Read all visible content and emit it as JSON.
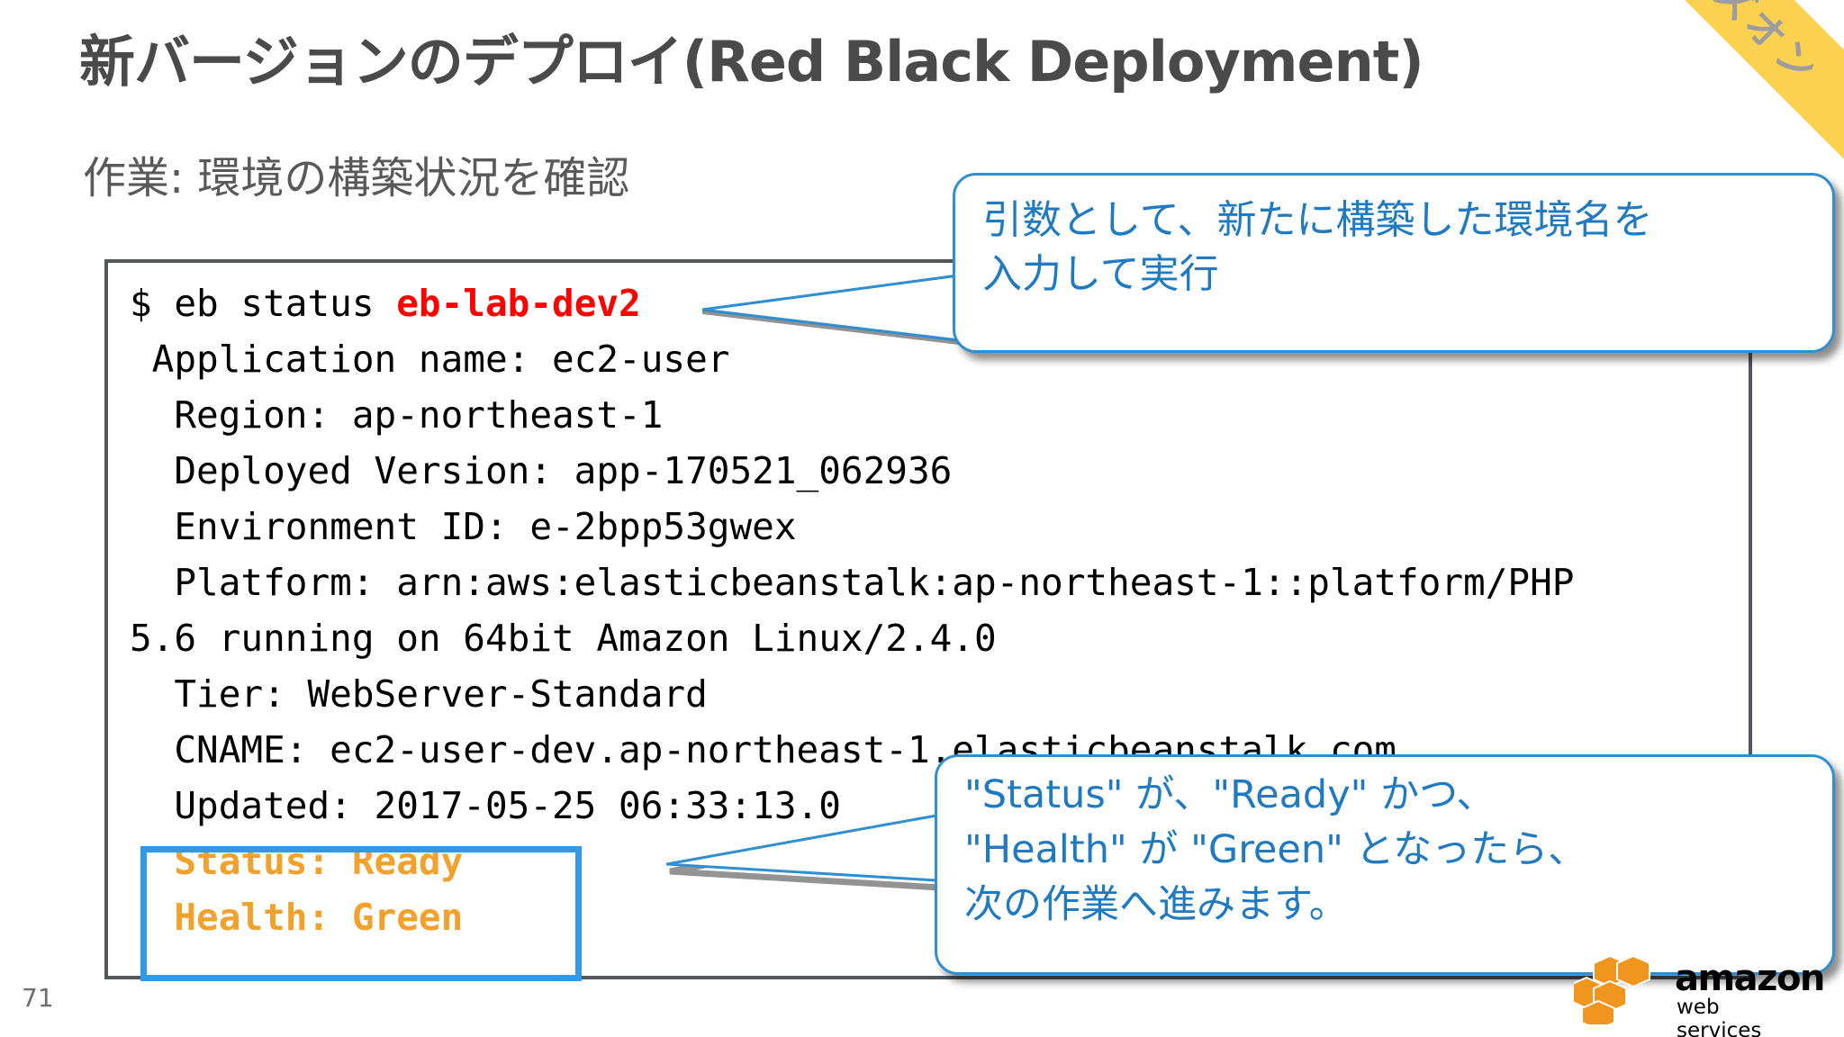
{
  "slide": {
    "title": "新バージョンのデプロイ(Red Black Deployment)",
    "subtitle": "作業: 環境の構築状況を確認",
    "page_number": "71",
    "ribbon_label": "ハンズオン",
    "colors": {
      "ribbon_bg": "#fbd24f",
      "ribbon_text": "#9d9d9d",
      "title_text": "#4a4a4a",
      "callout_border": "#2f8fd0",
      "callout_text": "#1f7ac0",
      "code_arg": "#ff0000",
      "code_ok": "#f2a12c",
      "highlight_border": "#3399e6",
      "code_border": "#53565a",
      "aws_orange": "#f0951e"
    }
  },
  "terminal": {
    "prompt": "$ eb status ",
    "argument": "eb-lab-dev2",
    "lines": [
      " Application name: ec2-user",
      "  Region: ap-northeast-1",
      "  Deployed Version: app-170521_062936",
      "  Environment ID: e-2bpp53gwex",
      "  Platform: arn:aws:elasticbeanstalk:ap-northeast-1::platform/PHP",
      "5.6 running on 64bit Amazon Linux/2.4.0",
      "  Tier: WebServer-Standard",
      "  CNAME: ec2-user-dev.ap-northeast-1.elasticbeanstalk.com",
      "  Updated: 2017-05-25 06:33:13.0"
    ],
    "status_line": "  Status: Ready",
    "health_line": "  Health: Green"
  },
  "callouts": [
    {
      "id": "callout-1",
      "lines": [
        "引数として、新たに構築した環境名を",
        "入力して実行"
      ]
    },
    {
      "id": "callout-2",
      "lines": [
        "\"Status\" が、\"Ready\" かつ、",
        "\"Health\" が \"Green\" となったら、",
        "次の作業へ進みます。"
      ]
    }
  ],
  "logo": {
    "wordmark": "amazon",
    "subtext": "web services"
  }
}
